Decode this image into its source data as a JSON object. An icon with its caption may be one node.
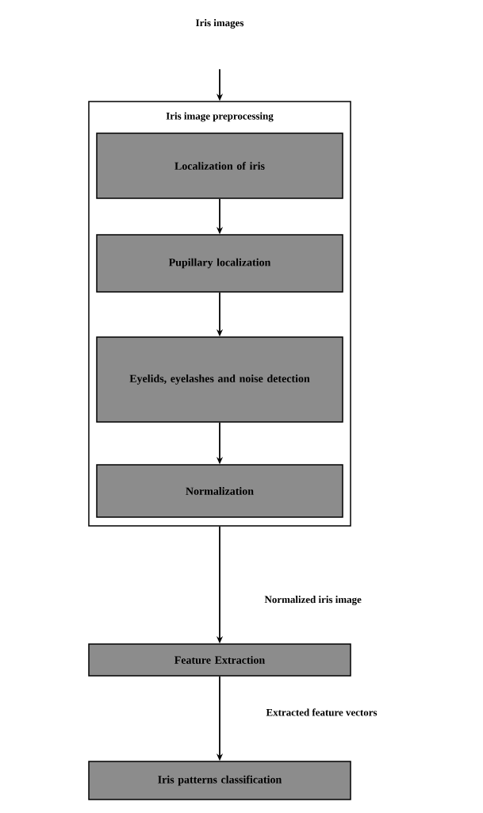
{
  "diagram": {
    "nodes": [
      {
        "text": [
          "Iris images"
        ]
      },
      {
        "text": [
          "Iris image preprocessing"
        ]
      },
      {
        "text": [
          "Localization of iris"
        ],
        "in": 1
      },
      {
        "text": [
          "Pupillary localization"
        ],
        "in": 1
      },
      {
        "text": [
          "Eyelids, eyelashes and noise detection"
        ],
        "in": 1
      },
      {
        "text": [
          "Normalization"
        ],
        "in": 1
      },
      {
        "text": [
          "Feature Extraction"
        ]
      },
      {
        "text": [
          "Iris patterns classification"
        ]
      }
    ],
    "edges": [
      {
        "from": 0,
        "to": 1,
        "arrow": "to"
      },
      {
        "from": 2,
        "to": 3,
        "arrow": "to"
      },
      {
        "from": 3,
        "to": 4,
        "arrow": "to"
      },
      {
        "from": 4,
        "to": 5,
        "arrow": "to"
      },
      {
        "from": 1,
        "to": 6,
        "arrow": "to",
        "label": "Normalized iris image"
      },
      {
        "from": 6,
        "to": 7,
        "arrow": "to",
        "label": "Extracted feature vectors"
      }
    ]
  }
}
